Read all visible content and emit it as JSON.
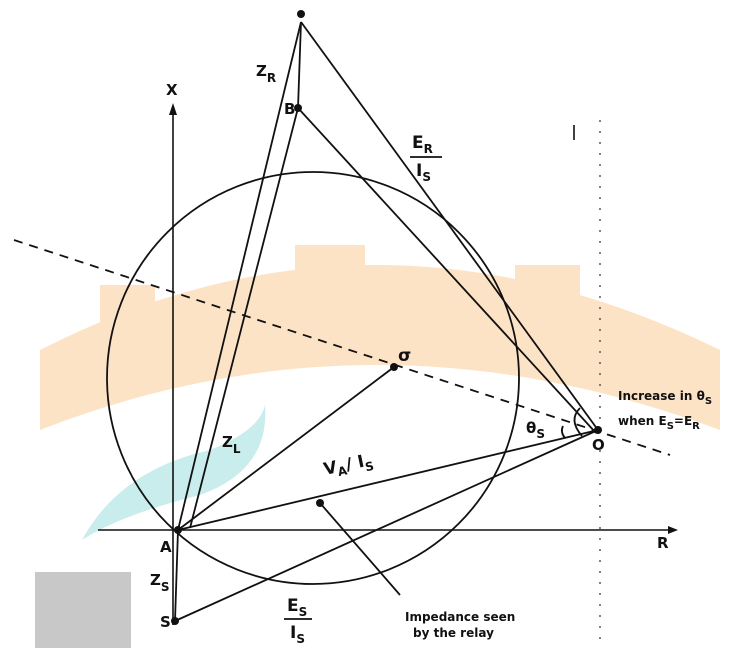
{
  "figure": {
    "colors": {
      "ink": "#111111",
      "watermark_orange": "#fde3c6",
      "watermark_teal": "#c9ecec",
      "gray_box": "#c8c8c8"
    },
    "axes": {
      "x_axis_label": "X",
      "r_axis_label": "R"
    },
    "points": {
      "A": "A",
      "B": "B",
      "S": "S",
      "O": "O",
      "center": "σ"
    },
    "segments": {
      "ZR": {
        "main": "Z",
        "sub": "R"
      },
      "ZL": {
        "main": "Z",
        "sub": "L"
      },
      "ZS": {
        "main": "Z",
        "sub": "S"
      }
    },
    "fractions": {
      "ER_over_IS": {
        "num_main": "E",
        "num_sub": "R",
        "den_main": "I",
        "den_sub": "S"
      },
      "ES_over_IS": {
        "num_main": "E",
        "num_sub": "S",
        "den_main": "I",
        "den_sub": "S"
      },
      "VA_over_IS": {
        "main": "V",
        "main_sub": "A",
        "den": "/ I",
        "den_sub": "S"
      }
    },
    "angle": {
      "main": "θ",
      "sub": "S"
    },
    "annotations": {
      "increase": {
        "line1_prefix": "Increase in θ",
        "line1_sub": "S",
        "line2_prefix": "when E",
        "line2_sub1": "S",
        "line2_mid": "=E",
        "line2_sub2": "R"
      },
      "impedance": {
        "line1": "Impedance seen",
        "line2": "by the relay"
      }
    }
  }
}
